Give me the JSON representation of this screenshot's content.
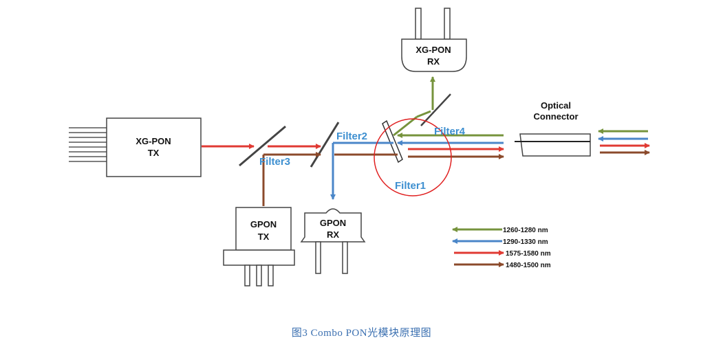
{
  "components": {
    "xgpon_tx": {
      "line1": "XG-PON",
      "line2": "TX"
    },
    "xgpon_rx": {
      "line1": "XG-PON",
      "line2": "RX"
    },
    "gpon_tx": {
      "line1": "GPON",
      "line2": "TX"
    },
    "gpon_rx": {
      "line1": "GPON",
      "line2": "RX"
    },
    "optical_connector": {
      "line1": "Optical",
      "line2": "Connector"
    }
  },
  "filters": {
    "filter1": "Filter1",
    "filter2": "Filter2",
    "filter3": "Filter3",
    "filter4": "Filter4"
  },
  "legend": [
    {
      "label": "1260-1280 nm",
      "color": "#76933c",
      "direction": "left"
    },
    {
      "label": "1290-1330 nm",
      "color": "#4a86c8",
      "direction": "left"
    },
    {
      "label": "1575-1580 nm",
      "color": "#e03a33",
      "direction": "right"
    },
    {
      "label": "1480-1500 nm",
      "color": "#8b4a2b",
      "direction": "right"
    }
  ],
  "colors": {
    "green": "#76933c",
    "blue": "#4a86c8",
    "red": "#e03a33",
    "brown": "#8b4a2b",
    "highlight_circle": "#e02020",
    "filter_label": "#3d8fd0",
    "caption": "#3a6fb0"
  },
  "caption": "图3  Combo PON光模块原理图"
}
